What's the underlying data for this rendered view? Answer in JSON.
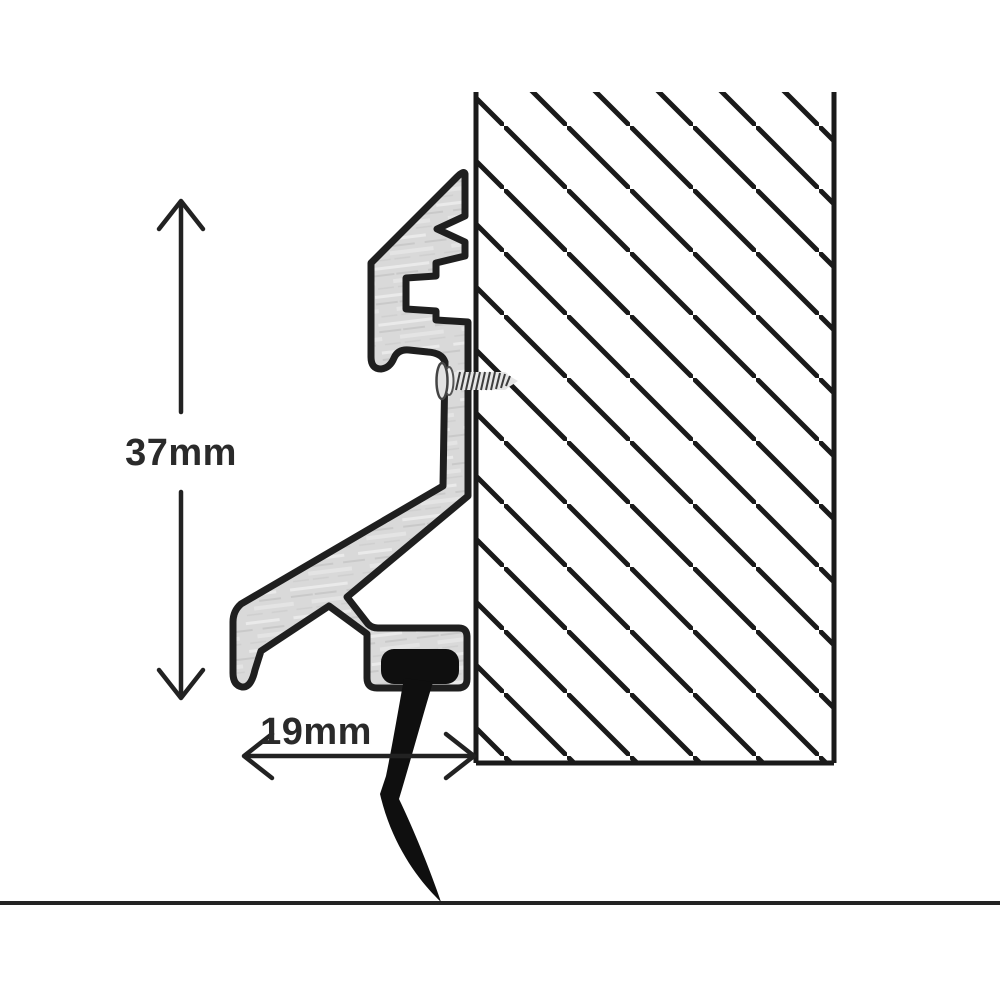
{
  "diagram": {
    "type": "technical-cross-section",
    "dimension_labels": {
      "height": "37mm",
      "width": "19mm"
    },
    "parts": {
      "wall": "hatched-wall-section",
      "profile": "aluminium-threshold-profile",
      "screw": "fixing-screw",
      "seal": "rubber-fin-seal",
      "floor": "floor-line"
    },
    "colors": {
      "background": "#ffffff",
      "outline": "#1f1f1f",
      "hatch_line": "#1a1a1a",
      "wall_edge": "#1a1a1a",
      "aluminium": "#d9d9d9",
      "seal": "#0f0f0f",
      "screw_body": "#e6e6e6",
      "screw_thread": "#3d3d3d",
      "dimension_line": "#222222",
      "label_text": "#2a2a2a",
      "floor_line": "#232323"
    }
  }
}
